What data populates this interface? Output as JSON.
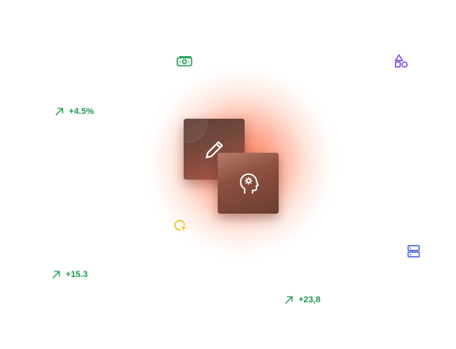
{
  "colors": {
    "positive": "#1f9a4f",
    "money": "#22a15a",
    "shapes": "#7b3fe4",
    "refresh": "#e8c418",
    "server": "#3b5bdb",
    "glow": "#ff5f37",
    "card_dark": "#5d4038",
    "card_light": "#b87c6c"
  },
  "icons": {
    "money": "money-bill-icon",
    "shapes": "shapes-icon",
    "refresh": "refresh-cursor-icon",
    "server": "server-icon",
    "pencil": "pencil-icon",
    "mind": "head-gear-icon",
    "trend": "trend-up-arrow-icon"
  },
  "stats": [
    {
      "value": "+4.5%"
    },
    {
      "value": "+15.3"
    },
    {
      "value": "+23,8"
    }
  ]
}
